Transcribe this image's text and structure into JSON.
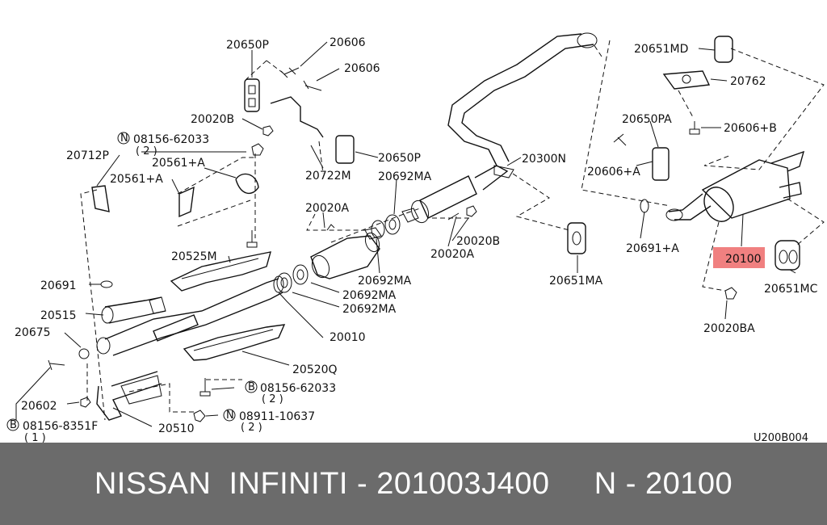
{
  "diagram": {
    "highlight_color": "#f08080",
    "highlighted_part": "20100",
    "ref_code": "U200B004",
    "labels": {
      "p20650P_top": "20650P",
      "p20606_a": "20606",
      "p20606_b": "20606",
      "p20020B": "20020B",
      "n_08156_62033": "08156-62033",
      "n_qty2_a": "( 2 )",
      "p20712P": "20712P",
      "p20561A_a": "20561+A",
      "p20561A_b": "20561+A",
      "p20722M": "20722M",
      "p20650P_b": "20650P",
      "p20692MA_a": "20692MA",
      "p20300N": "20300N",
      "p20020A_a": "20020A",
      "p20525M": "20525M",
      "p20691": "20691",
      "p20515": "20515",
      "p20675": "20675",
      "p20692MA_b": "20692MA",
      "p20692MA_c": "20692MA",
      "p20692MA_d": "20692MA",
      "p20020B_b": "20020B",
      "p20020A_b": "20020A",
      "p20010": "20010",
      "p20520Q": "20520Q",
      "b_08156_62033": "08156-62033",
      "b_qty2": "( 2 )",
      "p20602": "20602",
      "b_08156_8351F": "08156-8351F",
      "b_qty1": "( 1 )",
      "p20510": "20510",
      "n_08911_10637": "08911-10637",
      "n_qty2_b": "( 2 )",
      "p20651MA": "20651MA",
      "p20651MD": "20651MD",
      "p20762": "20762",
      "p20650PA": "20650PA",
      "p20606B": "20606+B",
      "p20606A": "20606+A",
      "p20691A": "20691+A",
      "p20100": "20100",
      "p20651MC": "20651MC",
      "p20020BA": "20020BA",
      "circle_N": "N",
      "circle_B": "B"
    }
  },
  "banner": {
    "text": "NISSAN  INFINITI - 201003J400     N - 20100"
  }
}
